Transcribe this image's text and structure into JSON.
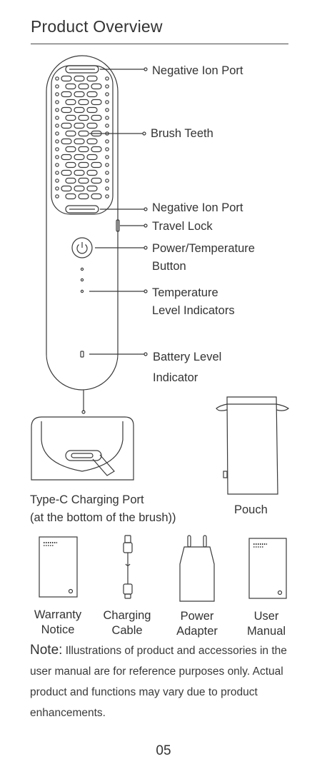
{
  "page": {
    "title": "Product Overview",
    "page_number": "05"
  },
  "brush": {
    "callouts": {
      "negative_ion_port_top": "Negative Ion Port",
      "brush_teeth": "Brush Teeth",
      "negative_ion_port_bottom": "Negative Ion Port",
      "travel_lock": "Travel Lock",
      "power_button_line1": "Power/Temperature",
      "power_button_line2": "Button",
      "temp_indicators_line1": "Temperature",
      "temp_indicators_line2": "Level Indicators",
      "battery_line1": "Battery Level",
      "battery_line2": "Indicator"
    }
  },
  "charging_port": {
    "line1": "Type-C Charging Port",
    "line2": "(at the bottom of the brush))"
  },
  "pouch": {
    "label": "Pouch"
  },
  "accessories": [
    {
      "line1": "Warranty",
      "line2": "Notice"
    },
    {
      "line1": "Charging",
      "line2": "Cable"
    },
    {
      "line1": "Power",
      "line2": "Adapter"
    },
    {
      "line1": "User",
      "line2": "Manual"
    }
  ],
  "note": {
    "heading": "Note:",
    "body": " Illustrations of product and accessories in the user manual are for reference purposes only. Actual product and functions may vary due to product enhancements."
  }
}
